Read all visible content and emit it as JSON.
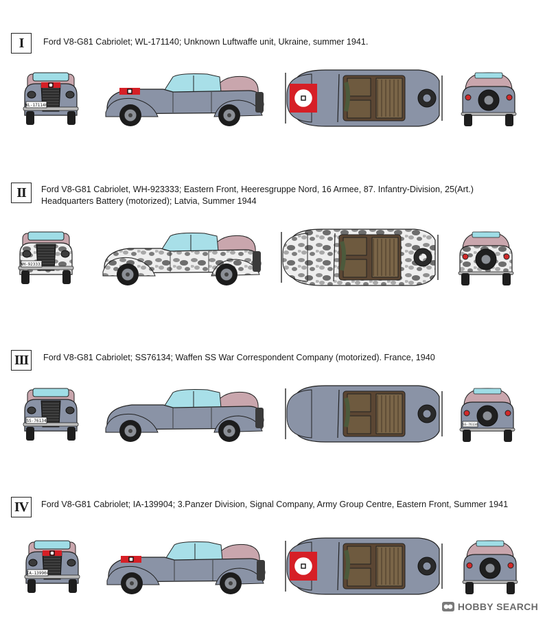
{
  "schemes": [
    {
      "numeral": "I",
      "caption_lines": [
        "Ford V8-G81 Cabriolet; WL-171140; Unknown Luftwaffe unit, Ukraine, summer 1941."
      ],
      "plate_front": "WL-171140",
      "plate_rear": "",
      "camo": "grey",
      "hood_flag": true,
      "colors": {
        "body": "#8a93a6",
        "roof": "#c9a6ad"
      }
    },
    {
      "numeral": "II",
      "caption_lines": [
        "Ford V8-G81 Cabriolet, WH-923333;  Eastern Front, Heeresgruppe Nord, 16 Armee, 87. Infantry-Division, 25(Art.)",
        "Headquarters Battery (motorized); Latvia, Summer 1944"
      ],
      "plate_front": "WH-923333",
      "plate_rear": "",
      "camo": "winter",
      "hood_flag": false,
      "colors": {
        "body": "#ececec",
        "roof": "#c9a6ad"
      }
    },
    {
      "numeral": "III",
      "caption_lines": [
        "Ford V8-G81 Cabriolet; SS76134; Waffen SS War Correspondent Company (motorized). France, 1940"
      ],
      "plate_front": "SS-76134",
      "plate_rear": "SS-76134",
      "camo": "grey",
      "hood_flag": false,
      "colors": {
        "body": "#8a93a6",
        "roof": "#c9a6ad"
      }
    },
    {
      "numeral": "IV",
      "caption_lines": [
        "Ford V8-G81 Cabriolet; IA-139904; 3.Panzer Division, Signal Company, Army Group Centre, Eastern Front, Summer 1941"
      ],
      "plate_front": "IA-139904",
      "plate_rear": "",
      "camo": "grey",
      "hood_flag": true,
      "colors": {
        "body": "#8a93a6",
        "roof": "#c9a6ad"
      }
    }
  ],
  "watermark": {
    "brand": "HOBBY",
    "suffix": "SEARCH",
    "icon": "hobbysearch-logo-icon"
  }
}
